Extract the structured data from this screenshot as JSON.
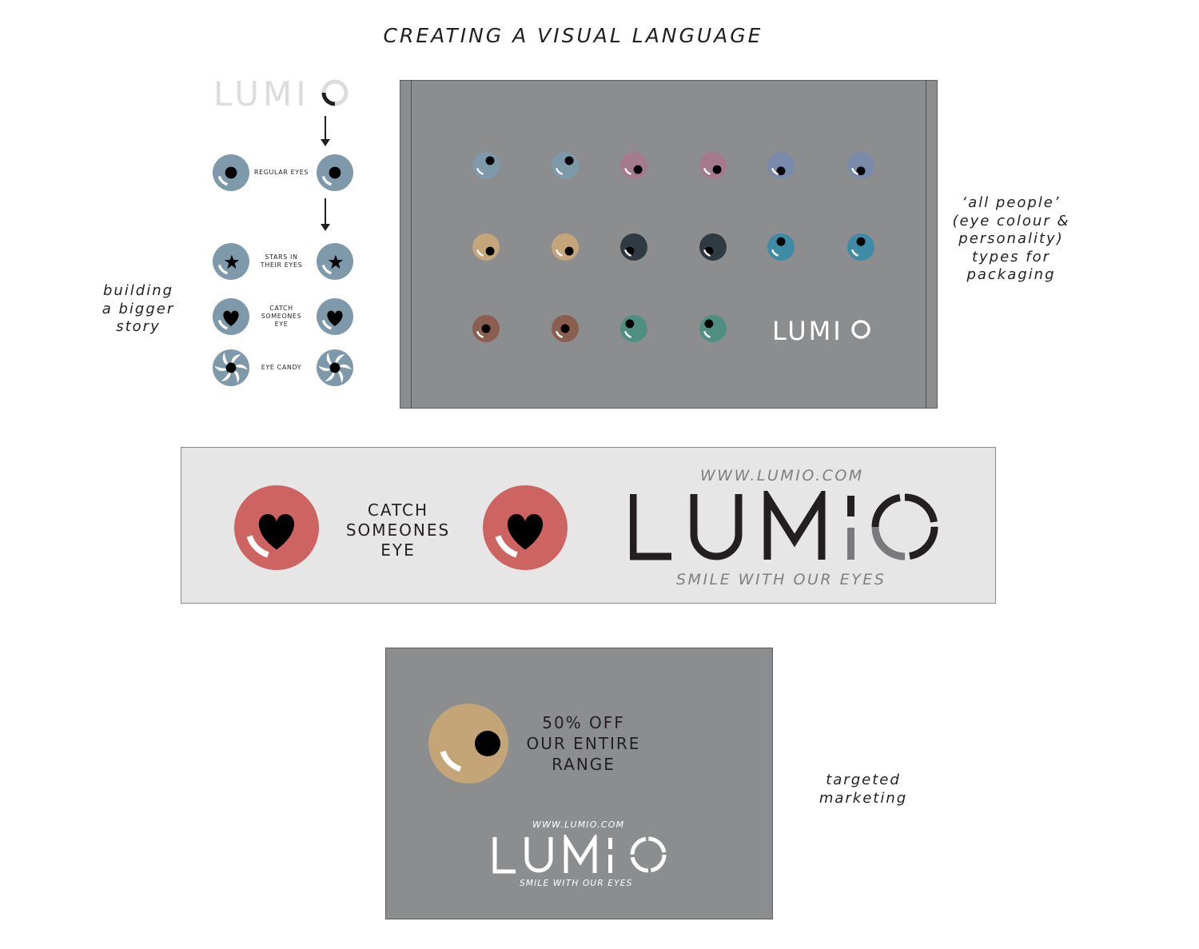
{
  "title": "CREATING A VISUAL LANGUAGE",
  "notes": {
    "story": [
      "building",
      "a bigger",
      "story"
    ],
    "packaging": [
      "‘all people’",
      "(eye colour &",
      "personality)",
      "types for",
      "packaging"
    ],
    "marketing": [
      "targeted",
      "marketing"
    ]
  },
  "story_panel": {
    "logo": "LUMIO",
    "rows": [
      {
        "label_lines": [
          "REGULAR EYES"
        ],
        "icon": "regular-eye-icon"
      },
      {
        "label_lines": [
          "STARS IN",
          "THEIR EYES"
        ],
        "icon": "star-eye-icon"
      },
      {
        "label_lines": [
          "CATCH",
          "SOMEONES",
          "EYE"
        ],
        "icon": "heart-eye-icon"
      },
      {
        "label_lines": [
          "EYE CANDY"
        ],
        "icon": "swirl-eye-icon"
      }
    ],
    "eye_color": "#7e9aaa"
  },
  "packaging": {
    "logo": "LUMIO",
    "eye_colors": [
      "#7e9aaa",
      "#a57a8c",
      "#7a8aaa",
      "#c5a57a",
      "#2f3b41",
      "#3f8ba5",
      "#8b5f4f",
      "#4f8f82"
    ]
  },
  "banner": {
    "tagline": [
      "CATCH",
      "SOMEONES",
      "EYE"
    ],
    "url": "WWW.LUMIO.COM",
    "logo": "LUMIO",
    "slogan": "SMILE WITH OUR EYES",
    "eye_color": "#cd6462"
  },
  "card": {
    "offer": [
      "50% OFF",
      "OUR ENTIRE",
      "RANGE"
    ],
    "url": "WWW.LUMIO.COM",
    "logo": "LUMIO",
    "slogan": "SMILE WITH OUR EYES",
    "eye_color": "#c3a578"
  }
}
